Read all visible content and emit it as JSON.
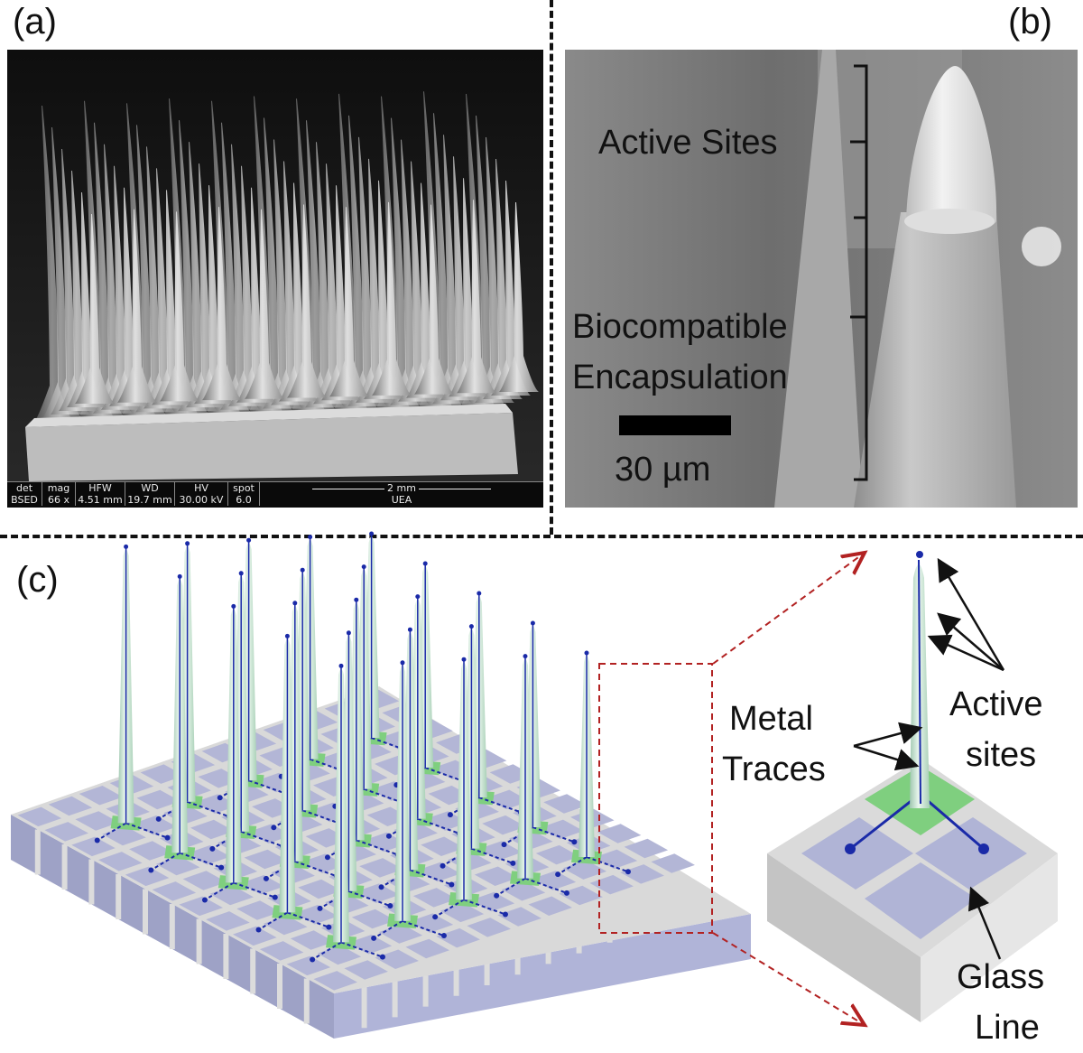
{
  "panels": {
    "a": {
      "label": "(a)",
      "sem_bar": {
        "headers": [
          "det",
          "mag",
          "HFW",
          "WD",
          "HV",
          "spot"
        ],
        "values": [
          "BSED",
          "66 x",
          "4.51 mm",
          "19.7 mm",
          "30.00 kV",
          "6.0"
        ],
        "scale_text": "2 mm",
        "org": "UEA"
      }
    },
    "b": {
      "label": "(b)",
      "active_sites": "Active Sites",
      "encap_line1": "Biocompatible",
      "encap_line2": "Encapsulation",
      "scale_text": "30 µm"
    },
    "c": {
      "label": "(c)",
      "metal_line1": "Metal",
      "metal_line2": "Traces",
      "active_line1": "Active",
      "active_line2": "sites",
      "glass_line1": "Glass",
      "glass_line2": "Line"
    }
  },
  "colors": {
    "tile": "#b3b6d6",
    "grid_line": "#d8d8d8",
    "pad": "#7fcf7f",
    "needle": "#d8efe0",
    "trace": "#1a2aa8",
    "zoom_box": "#b22222"
  }
}
